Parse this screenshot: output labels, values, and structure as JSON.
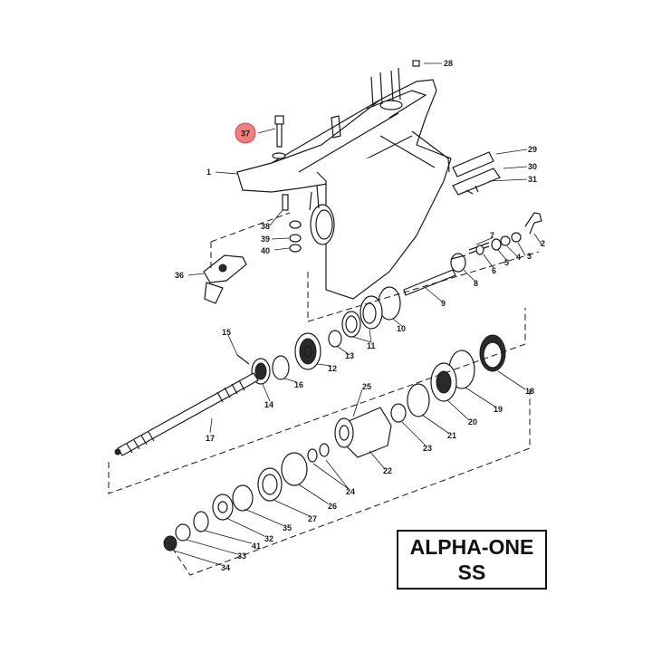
{
  "title_box": {
    "line1": "ALPHA-ONE",
    "line2": "SS"
  },
  "highlight": {
    "label": "37",
    "fill": "#f08080",
    "stroke": "#d04040"
  },
  "callouts": [
    {
      "id": "p1",
      "text": "1"
    },
    {
      "id": "p2",
      "text": "2"
    },
    {
      "id": "p3",
      "text": "3"
    },
    {
      "id": "p4",
      "text": "4"
    },
    {
      "id": "p5",
      "text": "5"
    },
    {
      "id": "p6",
      "text": "6"
    },
    {
      "id": "p7",
      "text": "7"
    },
    {
      "id": "p8",
      "text": "8"
    },
    {
      "id": "p9",
      "text": "9"
    },
    {
      "id": "p10",
      "text": "10"
    },
    {
      "id": "p11",
      "text": "11"
    },
    {
      "id": "p12",
      "text": "12"
    },
    {
      "id": "p13",
      "text": "13"
    },
    {
      "id": "p14",
      "text": "14"
    },
    {
      "id": "p15",
      "text": "15"
    },
    {
      "id": "p16",
      "text": "16"
    },
    {
      "id": "p17",
      "text": "17"
    },
    {
      "id": "p18",
      "text": "18"
    },
    {
      "id": "p19",
      "text": "19"
    },
    {
      "id": "p20",
      "text": "20"
    },
    {
      "id": "p21",
      "text": "21"
    },
    {
      "id": "p22",
      "text": "22"
    },
    {
      "id": "p23",
      "text": "23"
    },
    {
      "id": "p24",
      "text": "24"
    },
    {
      "id": "p25",
      "text": "25"
    },
    {
      "id": "p26",
      "text": "26"
    },
    {
      "id": "p27",
      "text": "27"
    },
    {
      "id": "p28",
      "text": "28"
    },
    {
      "id": "p29",
      "text": "29"
    },
    {
      "id": "p30",
      "text": "30"
    },
    {
      "id": "p31",
      "text": "31"
    },
    {
      "id": "p32",
      "text": "32"
    },
    {
      "id": "p33",
      "text": "33"
    },
    {
      "id": "p34",
      "text": "34"
    },
    {
      "id": "p35",
      "text": "35"
    },
    {
      "id": "p36",
      "text": "36"
    },
    {
      "id": "p38",
      "text": "38"
    },
    {
      "id": "p39",
      "text": "39"
    },
    {
      "id": "p40",
      "text": "40"
    },
    {
      "id": "p41",
      "text": "41"
    }
  ]
}
